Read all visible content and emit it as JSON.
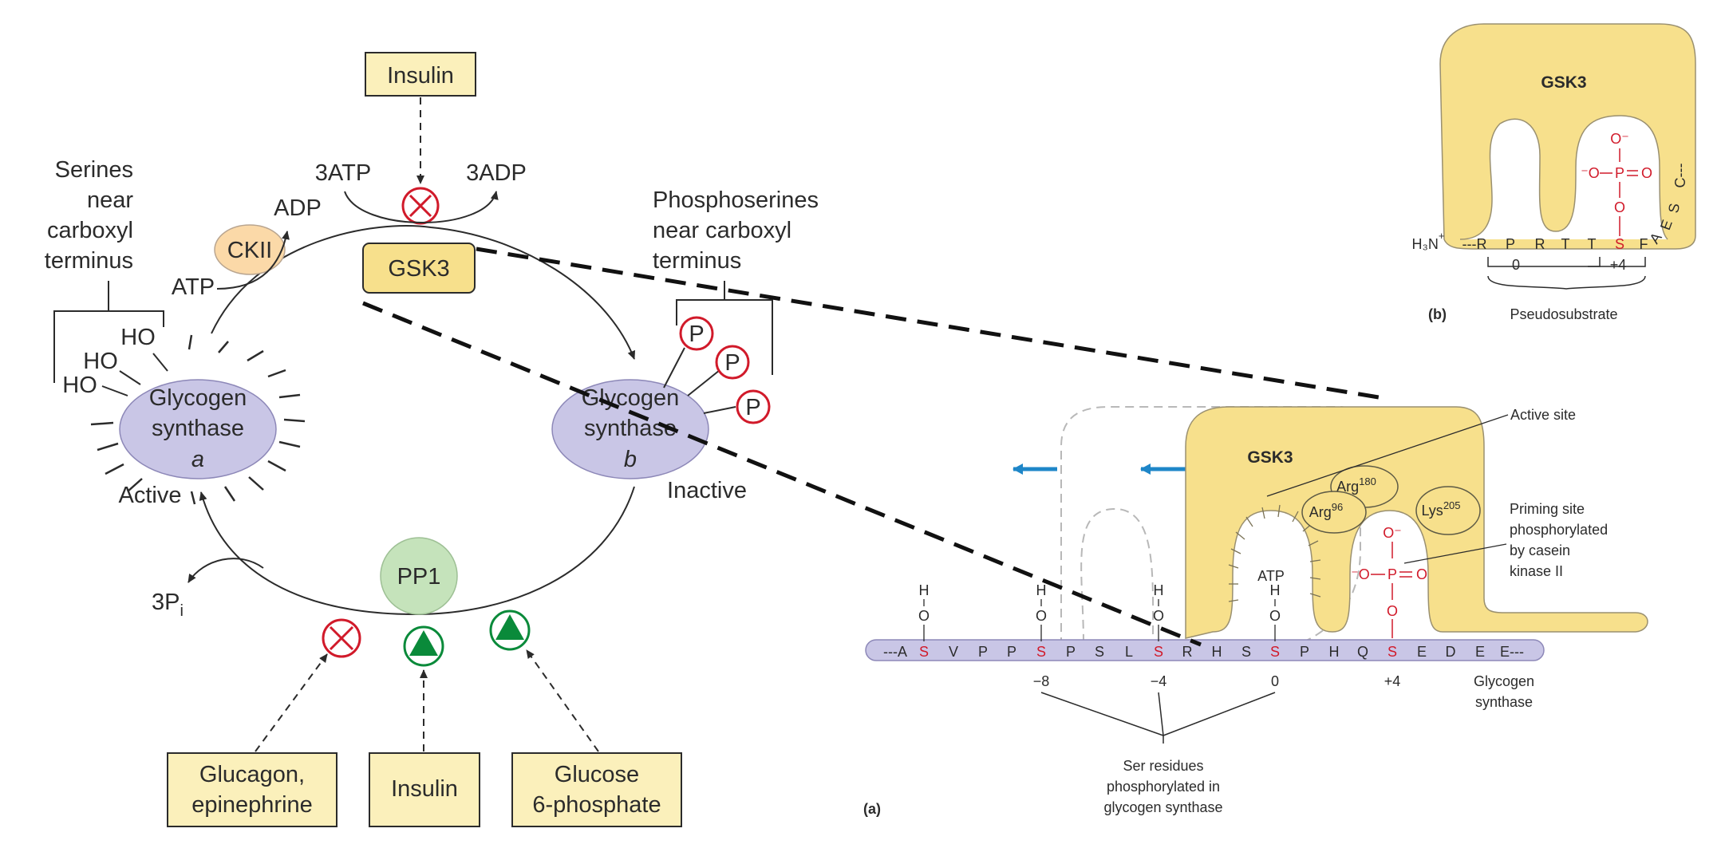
{
  "cycle": {
    "insulin_top": "Insulin",
    "atp_3": "3ATP",
    "adp_3": "3ADP",
    "adp": "ADP",
    "atp": "ATP",
    "ckii": "CKII",
    "gsk3": "GSK3",
    "serines_label": [
      "Serines",
      "near",
      "carboxyl",
      "terminus"
    ],
    "phosphoserines_label": [
      "Phosphoserines",
      "near carboxyl",
      "terminus"
    ],
    "ho": "HO",
    "p": "P",
    "gs_a": [
      "Glycogen",
      "synthase",
      "a"
    ],
    "gs_b": [
      "Glycogen",
      "synthase",
      "b"
    ],
    "active": "Active",
    "inactive": "Inactive",
    "pp1": "PP1",
    "three_pi": "3P",
    "pi_sub": "i",
    "glucagon": [
      "Glucagon,",
      "epinephrine"
    ],
    "insulin_bottom": "Insulin",
    "g6p": [
      "Glucose",
      "6-phosphate"
    ]
  },
  "panel_a": {
    "label": "(a)",
    "gsk3": "GSK3",
    "active_site": "Active site",
    "arg180": "Arg",
    "arg180_sup": "180",
    "arg96": "Arg",
    "arg96_sup": "96",
    "lys205": "Lys",
    "lys205_sup": "205",
    "atp": "ATP",
    "priming": [
      "Priming site",
      "phosphorylated",
      "by casein",
      "kinase II"
    ],
    "sequence": [
      "---A",
      "S",
      "V",
      "P",
      "P",
      "S",
      "P",
      "S",
      "L",
      "S",
      "R",
      "H",
      "S",
      "S",
      "P",
      "H",
      "Q",
      "S",
      "E",
      "D",
      "E",
      "E---"
    ],
    "positions": [
      "−8",
      "−4",
      "0",
      "+4"
    ],
    "gs_label": [
      "Glycogen",
      "synthase"
    ],
    "ser_label": [
      "Ser residues",
      "phosphorylated in",
      "glycogen synthase"
    ],
    "h": "H",
    "o": "O",
    "o_minus": "O⁻",
    "minus_o": "⁻O",
    "p_atom": "P",
    "o_atom": "O"
  },
  "panel_b": {
    "label": "(b)",
    "gsk3": "GSK3",
    "h3n": "H₃N",
    "h3n_plus": "+",
    "sequence": [
      "---R",
      "P",
      "R",
      "T",
      "T",
      "S",
      "F",
      "A",
      "E",
      "S",
      "C---"
    ],
    "positions": [
      "0",
      "+4"
    ],
    "pseudosubstrate": "Pseudosubstrate",
    "o_minus": "O⁻",
    "minus_o": "⁻O",
    "p_atom": "P",
    "o_atom": "O"
  },
  "colors": {
    "yellow_box": "#fbf0bb",
    "gsk3_fill": "#f7e08c",
    "ckii_fill": "#fbd9a8",
    "pp1_fill": "#c5e3bb",
    "enzyme_fill": "#c9c6e6",
    "red": "#d11a2a",
    "green": "#0a8a3a",
    "blue_arrow": "#1e86c8"
  }
}
